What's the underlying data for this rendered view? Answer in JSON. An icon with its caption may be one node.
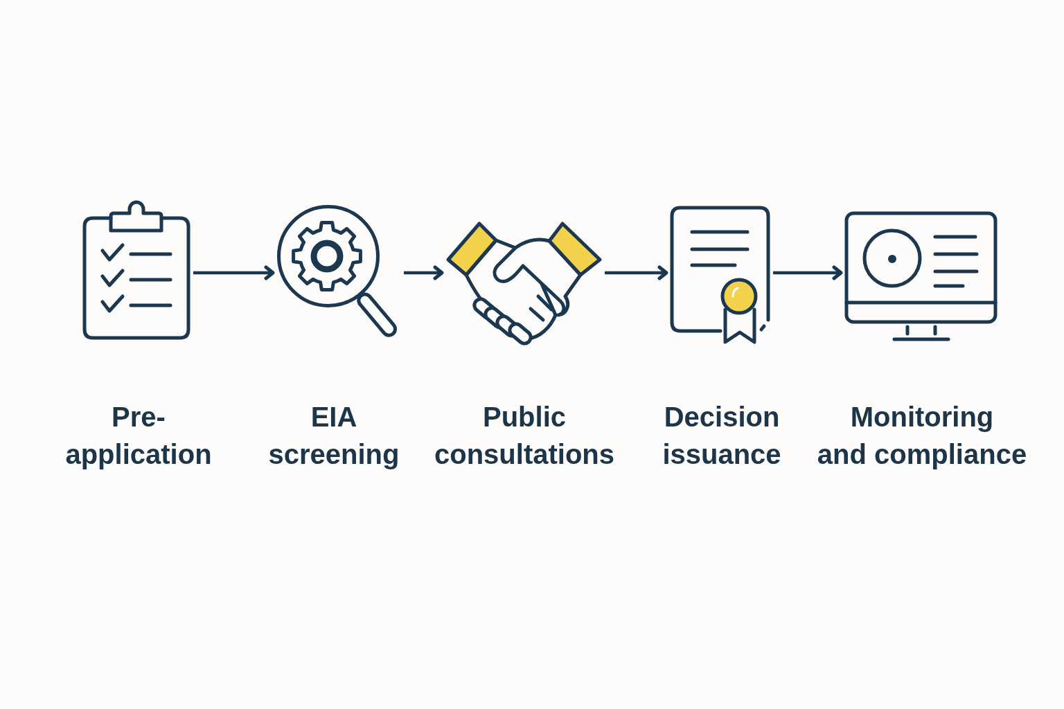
{
  "diagram": {
    "nodes": [
      {
        "text": [],
        "shape": "picture",
        "beside": [
          "Pre- application"
        ]
      },
      {
        "text": [],
        "shape": "picture",
        "beside": [
          "EIA screening"
        ]
      },
      {
        "text": [],
        "shape": "picture",
        "beside": [
          "Public consultations"
        ]
      },
      {
        "text": [],
        "shape": "picture",
        "beside": [
          "Decision issuance"
        ]
      },
      {
        "text": [],
        "shape": "picture",
        "beside": [
          "Monitoring and compliance"
        ]
      }
    ],
    "edges": [
      {
        "from": 0,
        "to": 1,
        "arrow": "to"
      },
      {
        "from": 1,
        "to": 2,
        "arrow": "to"
      },
      {
        "from": 2,
        "to": 3,
        "arrow": "to"
      },
      {
        "from": 3,
        "to": 4,
        "arrow": "to"
      }
    ]
  }
}
